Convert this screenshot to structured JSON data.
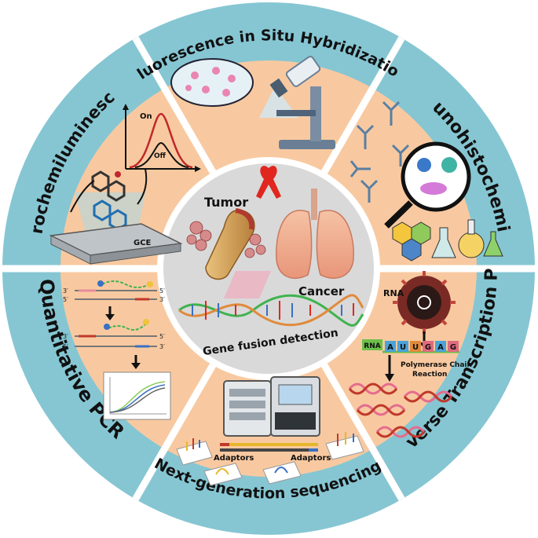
{
  "center": {
    "tumor_label": "Tumor",
    "cancer_label": "Cancer",
    "caption": "Gene fusion detection"
  },
  "sections": {
    "fish": "Fluorescence in Situ Hybridization",
    "ihc": "Immunohistochemistry",
    "rtpcr": "Reverse Transcription PCR",
    "ngs": "Next-generation sequencing",
    "qpcr": "Quantitative PCR",
    "ecl": "Electrochemiluminescence"
  },
  "ecl_panel": {
    "on_label": "On",
    "off_label": "Off",
    "electrode_label": "GCE"
  },
  "qpcr_panel": {
    "prime3": "3′",
    "prime5": "5′"
  },
  "ngs_panel": {
    "adaptors_left": "Adaptors",
    "adaptors_right": "Adaptors"
  },
  "rtpcr_panel": {
    "rna_label": "RNA",
    "rna_tag": "RNA",
    "bases": [
      "A",
      "U",
      "U",
      "G",
      "A",
      "G"
    ],
    "pcr_line1": "Polymerase Chain",
    "pcr_line2": "Reaction"
  },
  "colors": {
    "ring": "#86c6d3",
    "panel": "#f8c9a0",
    "center": "#d9d9d9",
    "divider": "#ffffff",
    "cancer_ribbon": "#e0261f"
  }
}
